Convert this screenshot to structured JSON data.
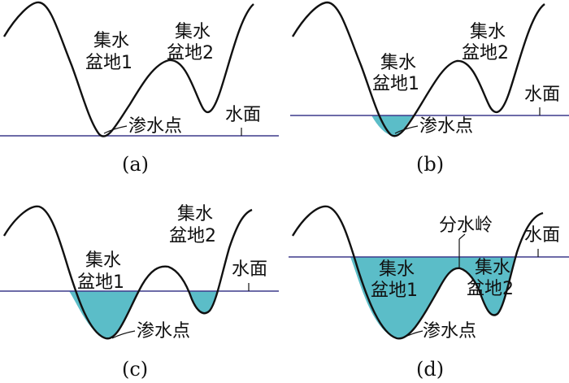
{
  "colors": {
    "water": "#5bbdc8",
    "water_line": "#3d3a8c",
    "curve": "#111111"
  },
  "panels": [
    {
      "caption": "(a)",
      "basin1": [
        "集水",
        "盆地1"
      ],
      "basin2": [
        "集水",
        "盆地2"
      ],
      "seep_point": "渗水点",
      "water_surface": "水面"
    },
    {
      "caption": "(b)",
      "basin1": [
        "集水",
        "盆地1"
      ],
      "basin2": [
        "集水",
        "盆地2"
      ],
      "seep_point": "渗水点",
      "water_surface": "水面"
    },
    {
      "caption": "(c)",
      "basin1": [
        "集水",
        "盆地1"
      ],
      "basin2": [
        "集水",
        "盆地2"
      ],
      "seep_point": "渗水点",
      "water_surface": "水面"
    },
    {
      "caption": "(d)",
      "basin1": [
        "集水",
        "盆地1"
      ],
      "basin2": [
        "集水",
        "盆地2"
      ],
      "seep_point": "渗水点",
      "water_surface": "水面",
      "divide": "分水岭"
    }
  ]
}
